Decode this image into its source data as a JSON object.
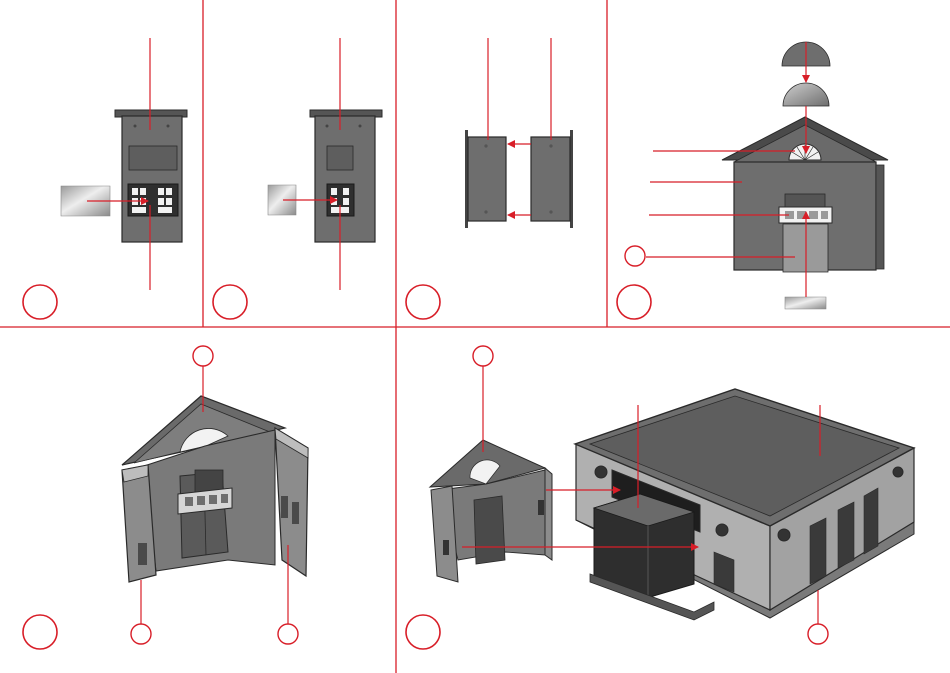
{
  "colors": {
    "accent": "#d81e28",
    "part_dark": "#6e6e6e",
    "part_mid": "#8c8c8c",
    "part_light": "#bdbdbd",
    "outline": "#2a2a2a",
    "window": "#f2f2f2"
  },
  "panels": [
    {
      "id": "step-1",
      "step_number": ""
    },
    {
      "id": "step-2",
      "step_number": ""
    },
    {
      "id": "step-3",
      "step_number": ""
    },
    {
      "id": "step-4",
      "step_number": ""
    },
    {
      "id": "step-5",
      "step_number": ""
    },
    {
      "id": "step-6",
      "step_number": ""
    }
  ],
  "callouts": [
    {
      "id": "callout-step4",
      "label": ""
    },
    {
      "id": "callout-step5-top",
      "label": ""
    },
    {
      "id": "callout-step5-left",
      "label": ""
    },
    {
      "id": "callout-step5-right",
      "label": ""
    },
    {
      "id": "callout-step6-top",
      "label": ""
    },
    {
      "id": "callout-step6-bottom",
      "label": ""
    }
  ]
}
